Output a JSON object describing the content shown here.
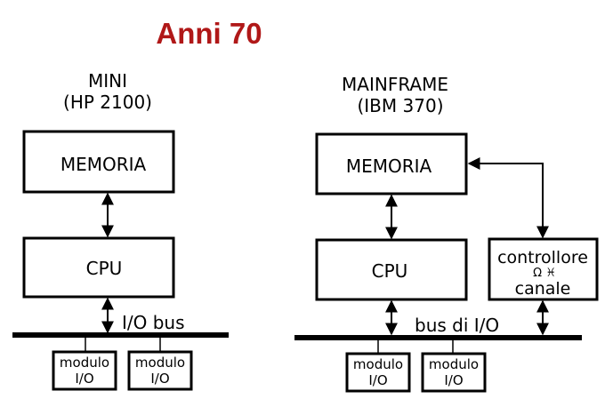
{
  "title": "Anni 70",
  "colors": {
    "title": "#b01818",
    "ink": "#000000",
    "background": "#ffffff"
  },
  "mini": {
    "heading_line1": "MINI",
    "heading_line2": "(HP 2100)",
    "memory": "MEMORIA",
    "cpu": "CPU",
    "bus_label": "I/O bus",
    "modules": [
      {
        "line1": "modulo",
        "line2": "I/O"
      },
      {
        "line1": "modulo",
        "line2": "I/O"
      }
    ]
  },
  "mainframe": {
    "heading_line1": "MAINFRAME",
    "heading_line2": "(IBM 370)",
    "memory": "MEMORIA",
    "cpu": "CPU",
    "controller_line1": "controllore",
    "controller_symbol": "Ω ♓",
    "controller_line2": "canale",
    "bus_label": "bus di I/O",
    "modules": [
      {
        "line1": "modulo",
        "line2": "I/O"
      },
      {
        "line1": "modulo",
        "line2": "I/O"
      }
    ]
  }
}
